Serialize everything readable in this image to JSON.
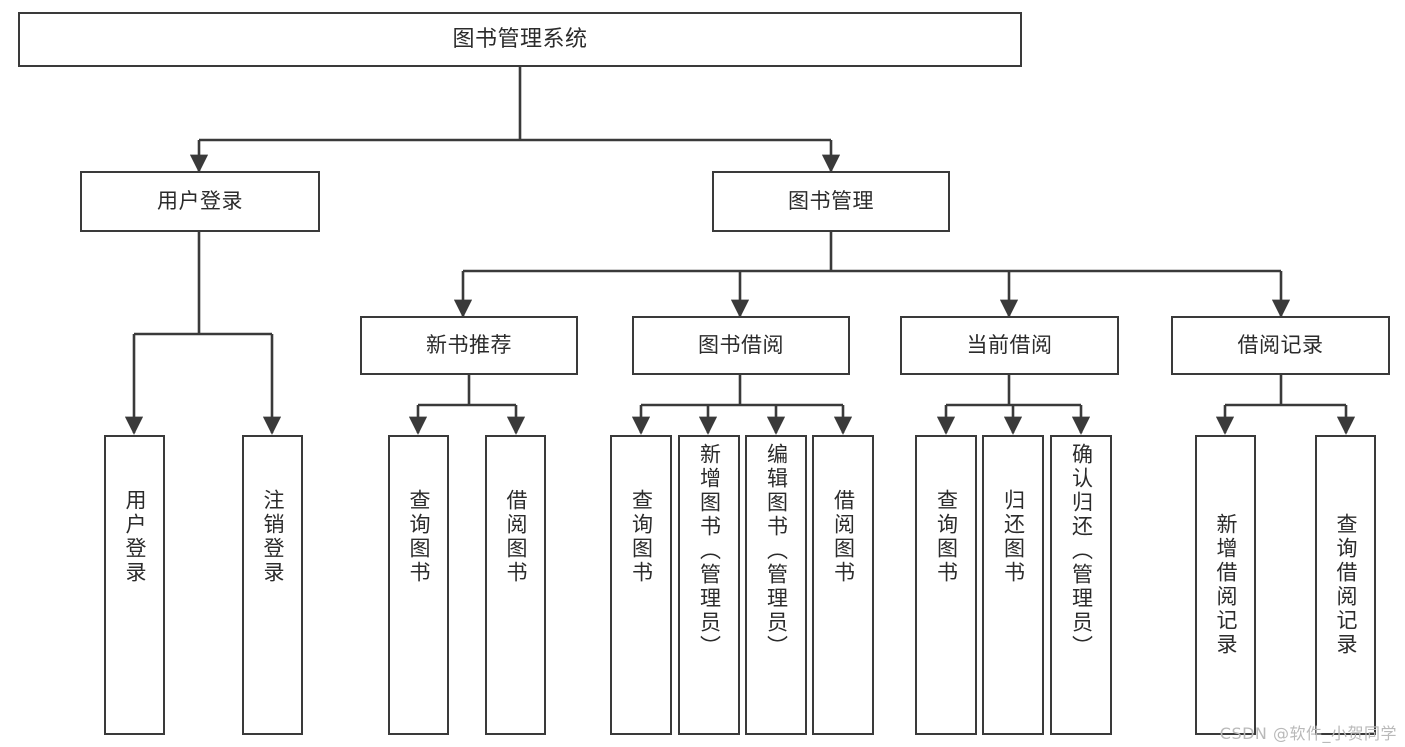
{
  "diagram": {
    "title": "图书管理系统",
    "type": "tree-hierarchy-functional-structure",
    "line_color": "#3a3a3a",
    "box_fill": "#ffffff",
    "background": "#ffffff"
  },
  "root": {
    "label": "图书管理系统"
  },
  "level2": [
    {
      "label": "用户登录"
    },
    {
      "label": "图书管理"
    }
  ],
  "level3": [
    {
      "label": "新书推荐"
    },
    {
      "label": "图书借阅"
    },
    {
      "label": "当前借阅"
    },
    {
      "label": "借阅记录"
    }
  ],
  "leaves": {
    "user_login": [
      {
        "label": "用户登录"
      },
      {
        "label": "注销登录"
      }
    ],
    "new_book_recommend": [
      {
        "label": "查询图书"
      },
      {
        "label": "借阅图书"
      }
    ],
    "book_borrow": [
      {
        "label": "查询图书"
      },
      {
        "label": "新增图书（管理员）"
      },
      {
        "label": "编辑图书（管理员）"
      },
      {
        "label": "借阅图书"
      }
    ],
    "current_borrow": [
      {
        "label": "查询图书"
      },
      {
        "label": "归还图书"
      },
      {
        "label": "确认归还（管理员）"
      }
    ],
    "borrow_record": [
      {
        "label": "新增借阅记录"
      },
      {
        "label": "查询借阅记录"
      }
    ]
  },
  "watermark": {
    "text": "CSDN @软件_小贺同学"
  }
}
